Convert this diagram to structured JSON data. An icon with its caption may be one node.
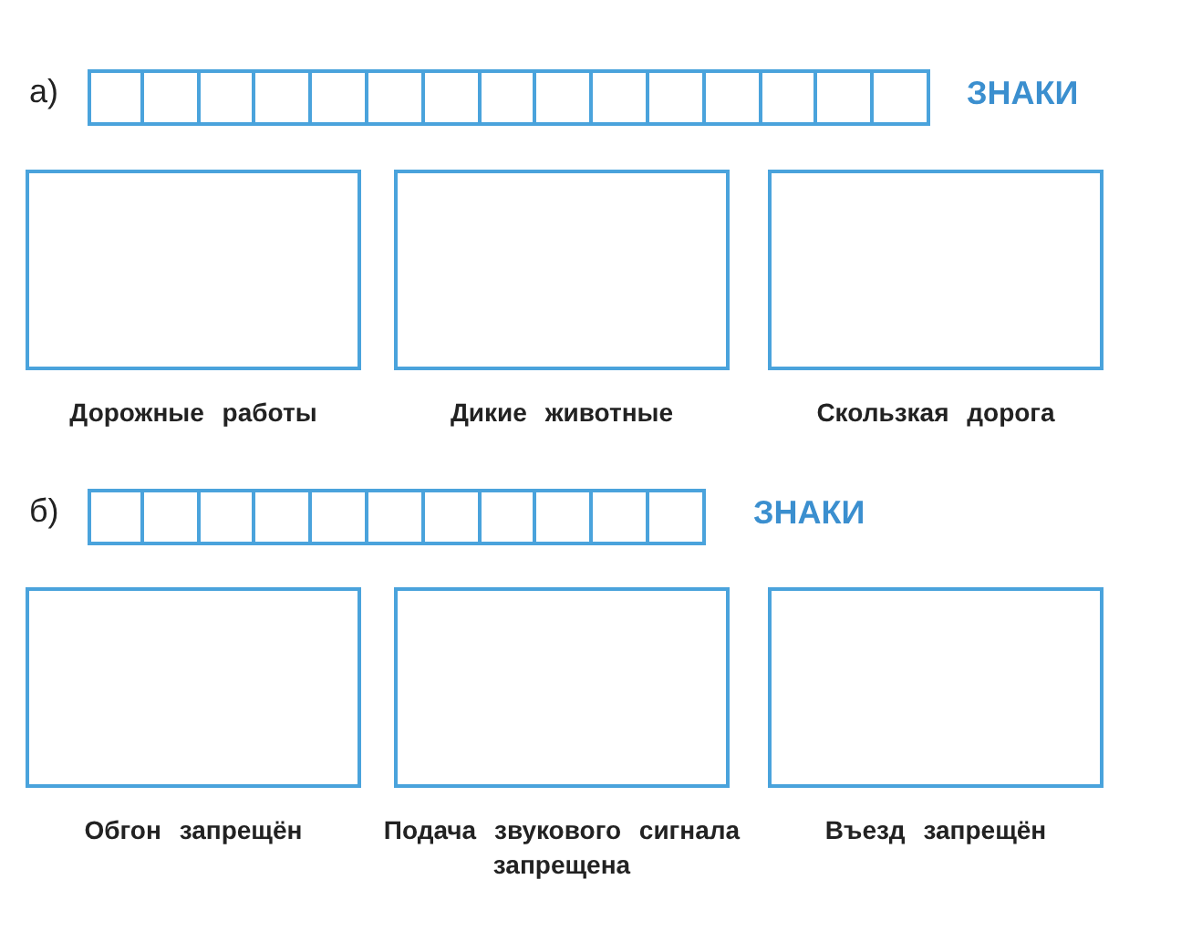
{
  "diagram": {
    "nodes": [
      {
        "text": [
          "Дорожные работы"
        ]
      },
      {
        "text": [
          "Дикие животные"
        ]
      },
      {
        "text": [
          "Скользкая дорога"
        ]
      },
      {
        "text": [
          "Обгон запрещён"
        ]
      },
      {
        "text": [
          "Подача звукового сигнала запрещена"
        ]
      },
      {
        "text": [
          "Въезд запрещён"
        ]
      }
    ],
    "labels": [
      "а)",
      "ЗНАКИ",
      "б)",
      "ЗНАКИ"
    ]
  }
}
